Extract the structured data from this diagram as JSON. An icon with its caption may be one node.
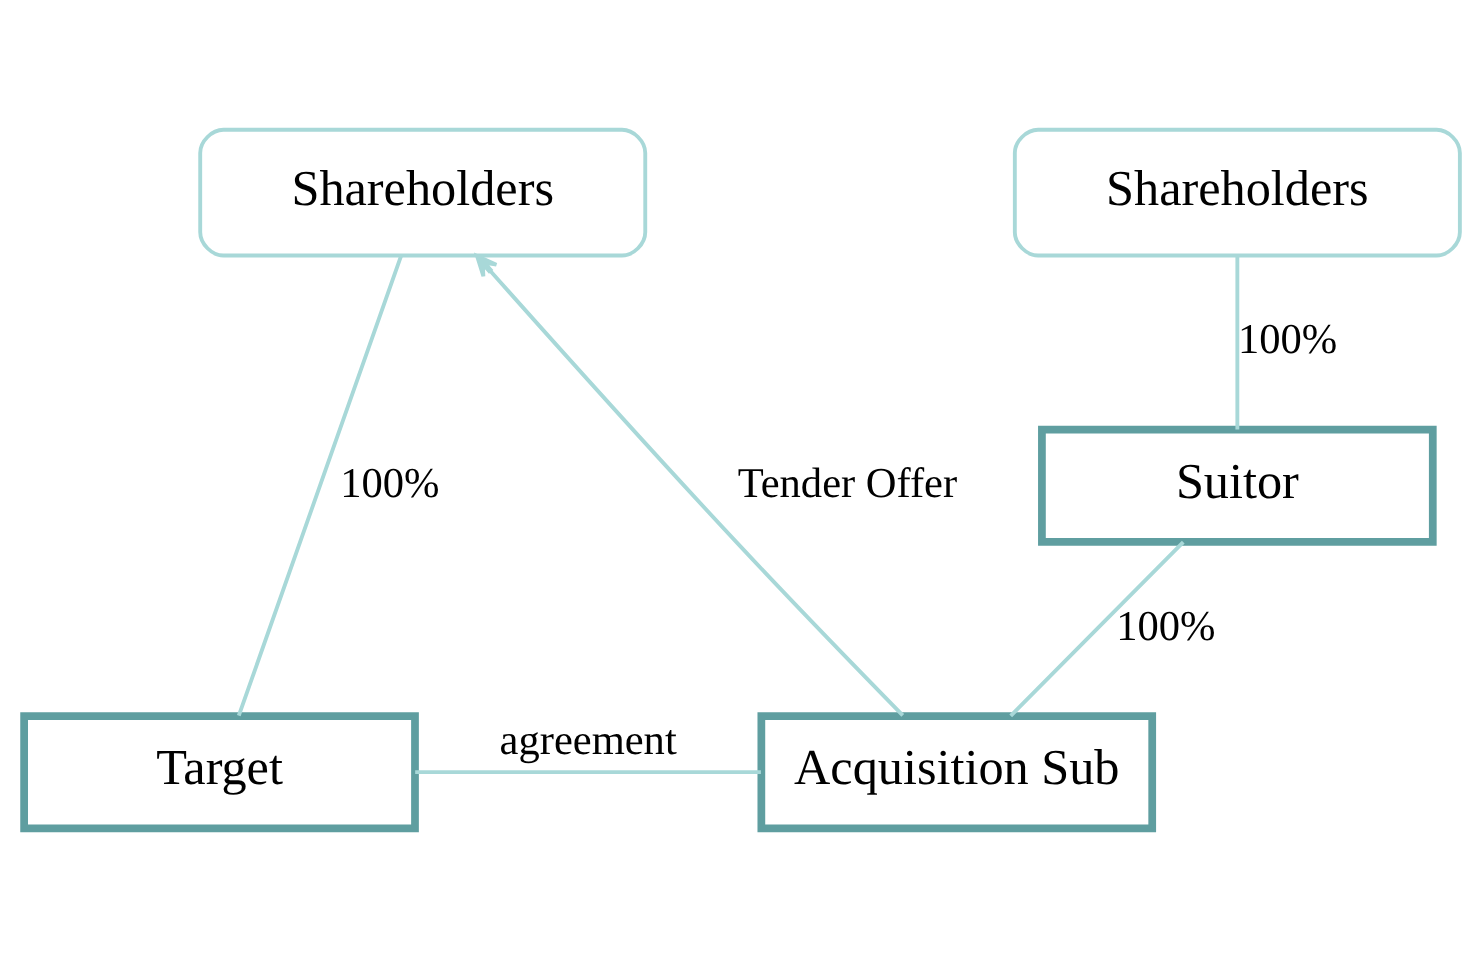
{
  "diagram": {
    "nodes": [
      {
        "text": [
          "Shareholders"
        ]
      },
      {
        "text": [
          "Shareholders"
        ]
      },
      {
        "text": [
          "Suitor"
        ]
      },
      {
        "text": [
          "Target"
        ]
      },
      {
        "text": [
          "Acquisition Sub"
        ]
      }
    ],
    "edges": [
      {
        "from": 0,
        "to": 3,
        "arrow": "none",
        "label": "100%"
      },
      {
        "from": 1,
        "to": 2,
        "arrow": "none",
        "label": "100%"
      },
      {
        "from": 2,
        "to": 4,
        "arrow": "none",
        "label": "100%"
      },
      {
        "from": 4,
        "to": 0,
        "arrow": "to",
        "label": "Tender Offer"
      },
      {
        "from": 3,
        "to": 4,
        "arrow": "none",
        "label": "agreement"
      }
    ]
  }
}
